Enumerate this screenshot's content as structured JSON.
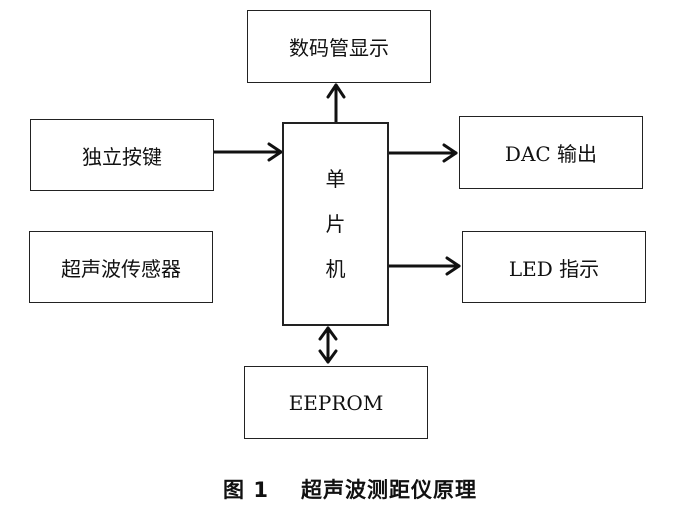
{
  "diagram": {
    "blocks": {
      "display": "数码管显示",
      "keys": "独立按键",
      "ultrasonic": "超声波传感器",
      "mcu": [
        "单",
        "片",
        "机"
      ],
      "dac": "DAC 输出",
      "led": "LED 指示",
      "eeprom": "EEPROM"
    },
    "connections": [
      {
        "from": "独立按键",
        "to": "单片机",
        "direction": "one-way"
      },
      {
        "from": "单片机",
        "to": "数码管显示",
        "direction": "one-way"
      },
      {
        "from": "单片机",
        "to": "DAC 输出",
        "direction": "one-way"
      },
      {
        "from": "单片机",
        "to": "LED 指示",
        "direction": "one-way"
      },
      {
        "from": "单片机",
        "to": "EEPROM",
        "direction": "bidirectional"
      }
    ]
  },
  "caption": {
    "number": "图 1",
    "title": "超声波测距仪原理"
  }
}
